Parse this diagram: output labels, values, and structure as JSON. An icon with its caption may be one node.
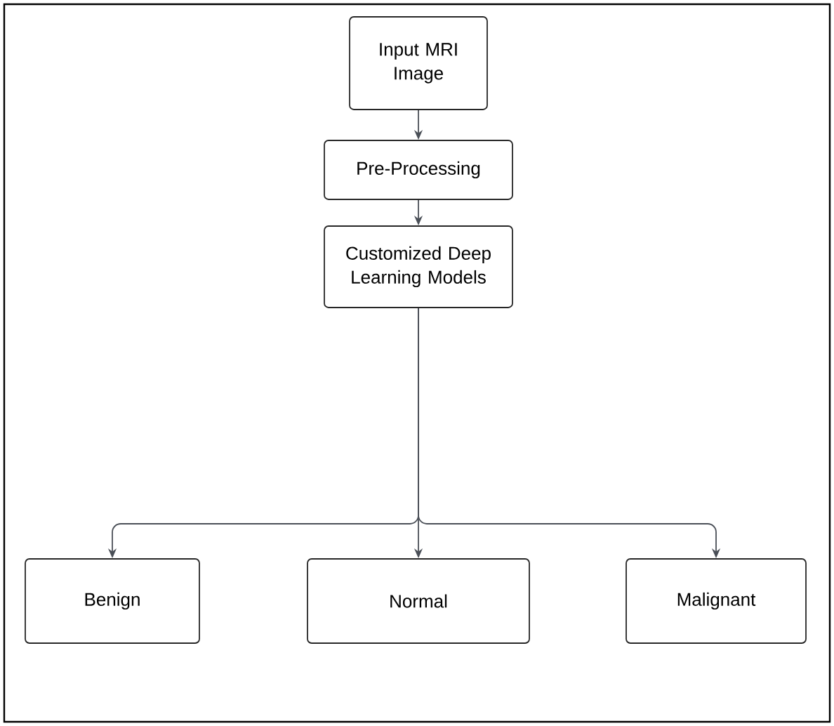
{
  "diagram": {
    "nodes": [
      {
        "text": [
          "Input MRI Image"
        ]
      },
      {
        "text": [
          "Pre-Processing"
        ]
      },
      {
        "text": [
          "Customized Deep Learning Models"
        ]
      },
      {
        "text": [
          "Benign"
        ]
      },
      {
        "text": [
          "Normal"
        ]
      },
      {
        "text": [
          "Malignant"
        ]
      }
    ],
    "edges": [
      {
        "from": 0,
        "to": 1,
        "arrow": "to"
      },
      {
        "from": 1,
        "to": 2,
        "arrow": "to"
      },
      {
        "from": 2,
        "to": 3,
        "arrow": "to"
      },
      {
        "from": 2,
        "to": 4,
        "arrow": "to"
      },
      {
        "from": 2,
        "to": 5,
        "arrow": "to"
      }
    ]
  }
}
